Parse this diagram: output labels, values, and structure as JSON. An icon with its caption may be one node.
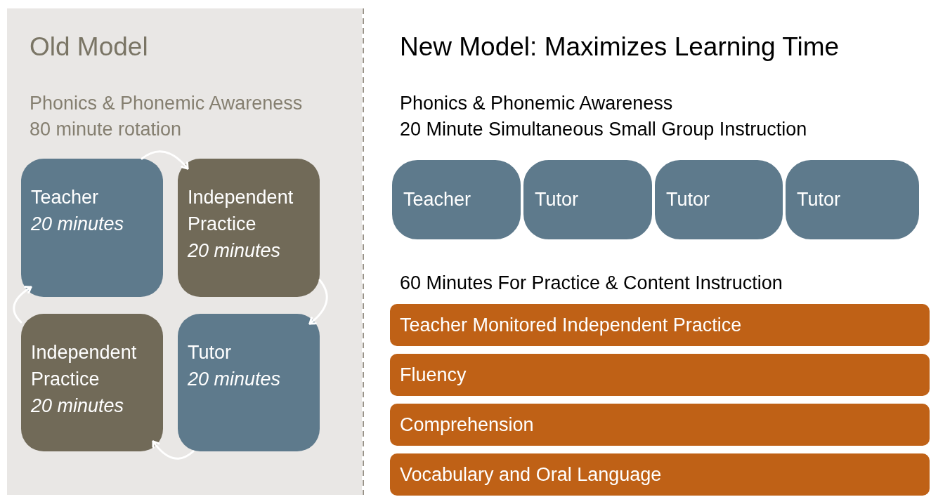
{
  "diagram": {
    "nodes": [
      {
        "text": [
          "Teacher",
          "20 minutes"
        ]
      },
      {
        "text": [
          "Independent Practice",
          "20 minutes"
        ]
      },
      {
        "text": [
          "Tutor",
          "20 minutes"
        ]
      },
      {
        "text": [
          "Independent Practice",
          "20 minutes"
        ]
      },
      {
        "text": [
          "Teacher"
        ]
      },
      {
        "text": [
          "Tutor"
        ]
      },
      {
        "text": [
          "Tutor"
        ]
      },
      {
        "text": [
          "Tutor"
        ]
      },
      {
        "text": [
          "Teacher Monitored Independent Practice"
        ]
      },
      {
        "text": [
          "Fluency"
        ]
      },
      {
        "text": [
          "Comprehension"
        ]
      },
      {
        "text": [
          "Vocabulary and Oral Language"
        ]
      }
    ],
    "edges": [
      {
        "from": 0,
        "to": 1,
        "arrow": "to"
      },
      {
        "from": 1,
        "to": 2,
        "arrow": "to"
      },
      {
        "from": 2,
        "to": 3,
        "arrow": "to"
      },
      {
        "from": 3,
        "to": 0,
        "arrow": "to"
      }
    ],
    "labels": [
      "Old Model",
      "Phonics & Phonemic Awareness",
      "80 minute rotation",
      "New Model: Maximizes Learning Time",
      "Phonics & Phonemic Awareness",
      "20 Minute Simultaneous Small Group Instruction",
      "60 Minutes For Practice & Content Instruction"
    ]
  }
}
